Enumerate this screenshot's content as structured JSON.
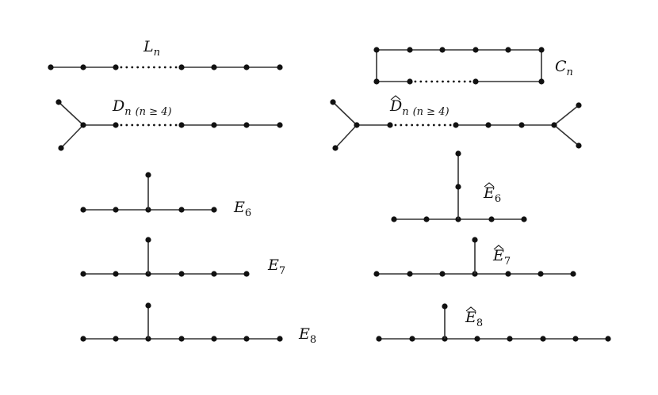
{
  "graphs": [
    {
      "id": "L",
      "name": "L",
      "subscript": "n",
      "hat": false,
      "condition": ""
    },
    {
      "id": "C",
      "name": "C",
      "subscript": "n",
      "hat": false,
      "condition": ""
    },
    {
      "id": "D",
      "name": "D",
      "subscript": "n",
      "hat": false,
      "condition": "(n ≥ 4)"
    },
    {
      "id": "Dhat",
      "name": "D",
      "subscript": "n",
      "hat": true,
      "condition": "(n ≥ 4)"
    },
    {
      "id": "E6",
      "name": "E",
      "subscript": "6",
      "hat": false,
      "condition": ""
    },
    {
      "id": "E6hat",
      "name": "E",
      "subscript": "6",
      "hat": true,
      "condition": ""
    },
    {
      "id": "E7",
      "name": "E",
      "subscript": "7",
      "hat": false,
      "condition": ""
    },
    {
      "id": "E7hat",
      "name": "E",
      "subscript": "7",
      "hat": true,
      "condition": ""
    },
    {
      "id": "E8",
      "name": "E",
      "subscript": "8",
      "hat": false,
      "condition": ""
    },
    {
      "id": "E8hat",
      "name": "E",
      "subscript": "8",
      "hat": true,
      "condition": ""
    }
  ]
}
